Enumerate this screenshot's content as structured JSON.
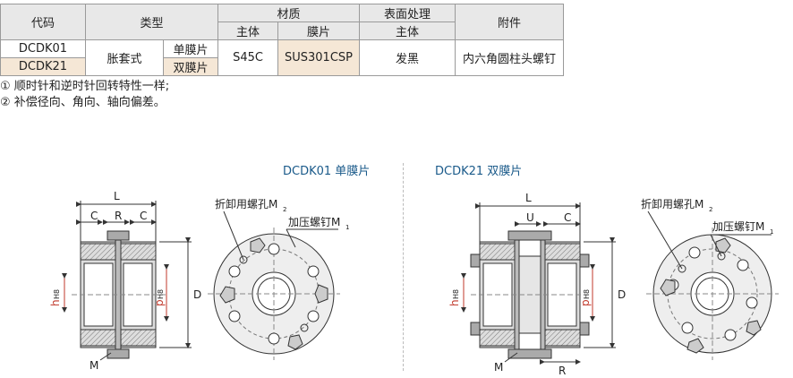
{
  "table": {
    "header": {
      "code": "代码",
      "type": "类型",
      "material": "材质",
      "surface": "表面处理",
      "accessory": "附件",
      "body": "主体",
      "membrane": "膜片",
      "surface_body": "主体"
    },
    "rows": [
      {
        "code": "DCDK01",
        "membrane_type": "单膜片"
      },
      {
        "code": "DCDK21",
        "membrane_type": "双膜片"
      }
    ],
    "type_value": "胀套式",
    "body_material": "S45C",
    "membrane_material": "SUS301CSP",
    "surface_treatment": "发黑",
    "accessory_value": "内六角圆柱头螺钉"
  },
  "notes": [
    "① 顺时针和逆时针回转特性一样;",
    "② 补偿径向、角向、轴向偏差。"
  ],
  "diagrams": [
    {
      "title": "DCDK01 单膜片",
      "labels": {
        "L": "L",
        "C1": "C",
        "R": "R",
        "C2": "C",
        "h": "h",
        "hsub": "H8",
        "p": "p",
        "psub": "H8",
        "D": "D",
        "M": "M",
        "m2": "折卸用螺孔M",
        "m2sub": "2",
        "m1": "加压螺钉M",
        "m1sub": "1"
      }
    },
    {
      "title": "DCDK21 双膜片",
      "labels": {
        "L": "L",
        "U": "U",
        "C": "C",
        "h": "h",
        "hsub": "H8",
        "p": "p",
        "psub": "H8",
        "D": "D",
        "M": "M",
        "R": "R",
        "m2": "折卸用螺孔M",
        "m2sub": "2",
        "m1": "加压螺钉M",
        "m1sub": "1"
      }
    }
  ],
  "colors": {
    "header_bg": "#e8e8e8",
    "highlight_bg": "#f5e7d6",
    "title": "#1a5a8a",
    "dim_red": "#c0392b"
  }
}
